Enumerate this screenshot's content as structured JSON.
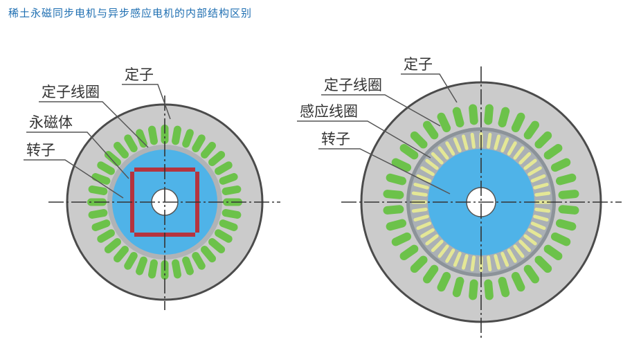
{
  "title": "稀土永磁同步电机与异步感应电机的内部结构区别",
  "colors": {
    "title": "#1f6fb2",
    "stator_fill": "#cbcbcb",
    "stator_edge": "#4b4b4b",
    "rotor_blue": "#4fb3e8",
    "coil_green": "#6cc24a",
    "magnet_red": "#b5343f",
    "rotor_bar_yellow": "#e4e796",
    "label_text": "#333333",
    "leader_line": "#555555"
  },
  "pmsm": {
    "labels": [
      "定子",
      "定子线圈",
      "永磁体",
      "转子"
    ]
  },
  "induction": {
    "labels": [
      "定子",
      "定子线圈",
      "感应线圈",
      "转子"
    ]
  }
}
